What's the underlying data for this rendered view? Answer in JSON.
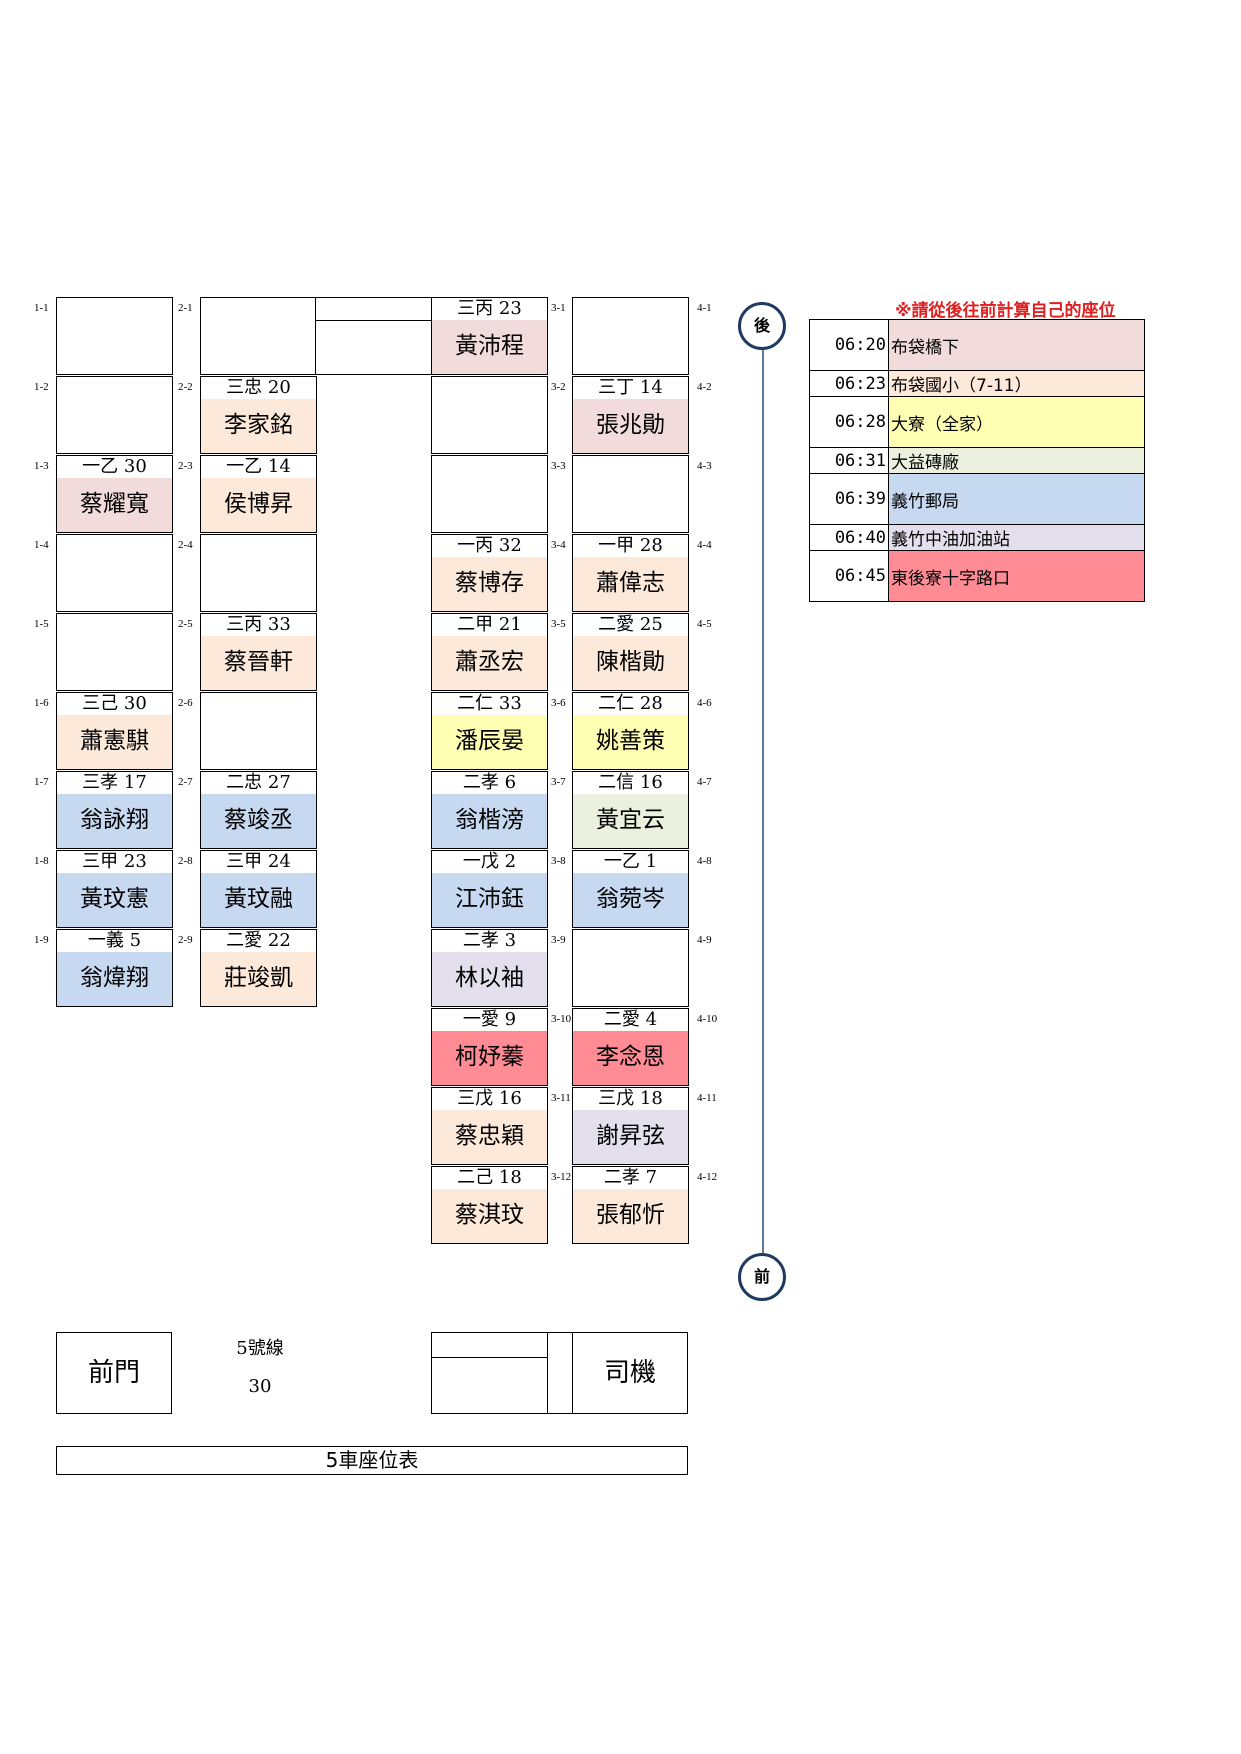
{
  "labels": {
    "col1": [
      "1-1",
      "1-2",
      "1-3",
      "1-4",
      "1-5",
      "1-6",
      "1-7",
      "1-8",
      "1-9"
    ],
    "col2": [
      "2-1",
      "2-2",
      "2-3",
      "2-4",
      "2-5",
      "2-6",
      "2-7",
      "2-8",
      "2-9"
    ],
    "col3": [
      "3-1",
      "3-2",
      "3-3",
      "3-4",
      "3-5",
      "3-6",
      "3-7",
      "3-8",
      "3-9",
      "3-10",
      "3-11",
      "3-12"
    ],
    "col4": [
      "4-1",
      "4-2",
      "4-3",
      "4-4",
      "4-5",
      "4-6",
      "4-7",
      "4-8",
      "4-9",
      "4-10",
      "4-11",
      "4-12"
    ]
  },
  "col1": [
    {
      "cls": "",
      "name": "",
      "color": "#ffffff"
    },
    {
      "cls": "",
      "name": "",
      "color": "#ffffff"
    },
    {
      "cls": "一乙 30",
      "name": "蔡耀寬",
      "color": "#f2dcdb"
    },
    {
      "cls": "",
      "name": "",
      "color": "#ffffff"
    },
    {
      "cls": "",
      "name": "",
      "color": "#ffffff"
    },
    {
      "cls": "三己 30",
      "name": "蕭憲騏",
      "color": "#fde9d9"
    },
    {
      "cls": "三孝 17",
      "name": "翁詠翔",
      "color": "#c6d9f0"
    },
    {
      "cls": "三甲 23",
      "name": "黃玟憲",
      "color": "#c6d9f0"
    },
    {
      "cls": "一義 5",
      "name": "翁煒翔",
      "color": "#c6d9f0"
    }
  ],
  "col2": [
    {
      "cls": "",
      "name": "",
      "color": "#ffffff"
    },
    {
      "cls": "三忠 20",
      "name": "李家銘",
      "color": "#fde9d9"
    },
    {
      "cls": "一乙 14",
      "name": "侯博昇",
      "color": "#fde9d9"
    },
    {
      "cls": "",
      "name": "",
      "color": "#ffffff"
    },
    {
      "cls": "三丙 33",
      "name": "蔡晉軒",
      "color": "#fde9d9"
    },
    {
      "cls": "",
      "name": "",
      "color": "#ffffff"
    },
    {
      "cls": "二忠 27",
      "name": "蔡竣丞",
      "color": "#c6d9f0"
    },
    {
      "cls": "三甲 24",
      "name": "黃玟融",
      "color": "#c6d9f0"
    },
    {
      "cls": "二愛 22",
      "name": "莊竣凱",
      "color": "#fde9d9"
    }
  ],
  "col3": [
    {
      "cls": "三丙 23",
      "name": "黃沛程",
      "color": "#f2dcdb"
    },
    {
      "cls": "",
      "name": "",
      "color": "#ffffff"
    },
    {
      "cls": "",
      "name": "",
      "color": "#ffffff"
    },
    {
      "cls": "一丙 32",
      "name": "蔡博存",
      "color": "#fde9d9"
    },
    {
      "cls": "二甲 21",
      "name": "蕭丞宏",
      "color": "#fde9d9"
    },
    {
      "cls": "二仁 33",
      "name": "潘辰晏",
      "color": "#ffffb3"
    },
    {
      "cls": "二孝 6",
      "name": "翁楷滂",
      "color": "#c6d9f0"
    },
    {
      "cls": "一戊 2",
      "name": "江沛鈺",
      "color": "#c6d9f0"
    },
    {
      "cls": "二孝 3",
      "name": "林以袖",
      "color": "#e4dfec"
    },
    {
      "cls": "一愛 9",
      "name": "柯妤蓁",
      "color": "#ff8c94"
    },
    {
      "cls": "三戊 16",
      "name": "蔡忠穎",
      "color": "#fde9d9"
    },
    {
      "cls": "二己 18",
      "name": "蔡淇玟",
      "color": "#fde9d9"
    }
  ],
  "col4": [
    {
      "cls": "",
      "name": "",
      "color": "#ffffff"
    },
    {
      "cls": "三丁 14",
      "name": "張兆勛",
      "color": "#f2dcdb"
    },
    {
      "cls": "",
      "name": "",
      "color": "#ffffff"
    },
    {
      "cls": "一甲 28",
      "name": "蕭偉志",
      "color": "#fde9d9"
    },
    {
      "cls": "二愛 25",
      "name": "陳楷勛",
      "color": "#fde9d9"
    },
    {
      "cls": "二仁 28",
      "name": "姚善策",
      "color": "#ffffb3"
    },
    {
      "cls": "二信 16",
      "name": "黃宜云",
      "color": "#ebf1de"
    },
    {
      "cls": "一乙 1",
      "name": "翁菀岑",
      "color": "#c6d9f0"
    },
    {
      "cls": "",
      "name": "",
      "color": "#ffffff"
    },
    {
      "cls": "二愛 4",
      "name": "李念恩",
      "color": "#ff8c94"
    },
    {
      "cls": "三戊 18",
      "name": "謝昇弦",
      "color": "#e4dfec"
    },
    {
      "cls": "二孝 7",
      "name": "張郁忻",
      "color": "#fde9d9"
    }
  ],
  "note": "※請從後往前計算自己的座位",
  "stops": [
    {
      "time": "06:20",
      "name": "布袋橋下",
      "color": "#f2dcdb",
      "tall": true
    },
    {
      "time": "06:23",
      "name": "布袋國小（7-11）",
      "color": "#fde9d9",
      "tall": false
    },
    {
      "time": "06:28",
      "name": "大寮（全家）",
      "color": "#ffffb3",
      "tall": true
    },
    {
      "time": "06:31",
      "name": "大益磚廠",
      "color": "#ebf1de",
      "tall": false
    },
    {
      "time": "06:39",
      "name": "義竹郵局",
      "color": "#c6d9f0",
      "tall": true
    },
    {
      "time": "06:40",
      "name": "義竹中油加油站",
      "color": "#e4dfec",
      "tall": false
    },
    {
      "time": "06:45",
      "name": "東後寮十字路口",
      "color": "#ff8c94",
      "tall": true
    }
  ],
  "direction": {
    "back": "後",
    "front": "前"
  },
  "bottom": {
    "front_door": "前門",
    "route": "5號線",
    "count": "30",
    "driver": "司機",
    "title": "5車座位表"
  }
}
